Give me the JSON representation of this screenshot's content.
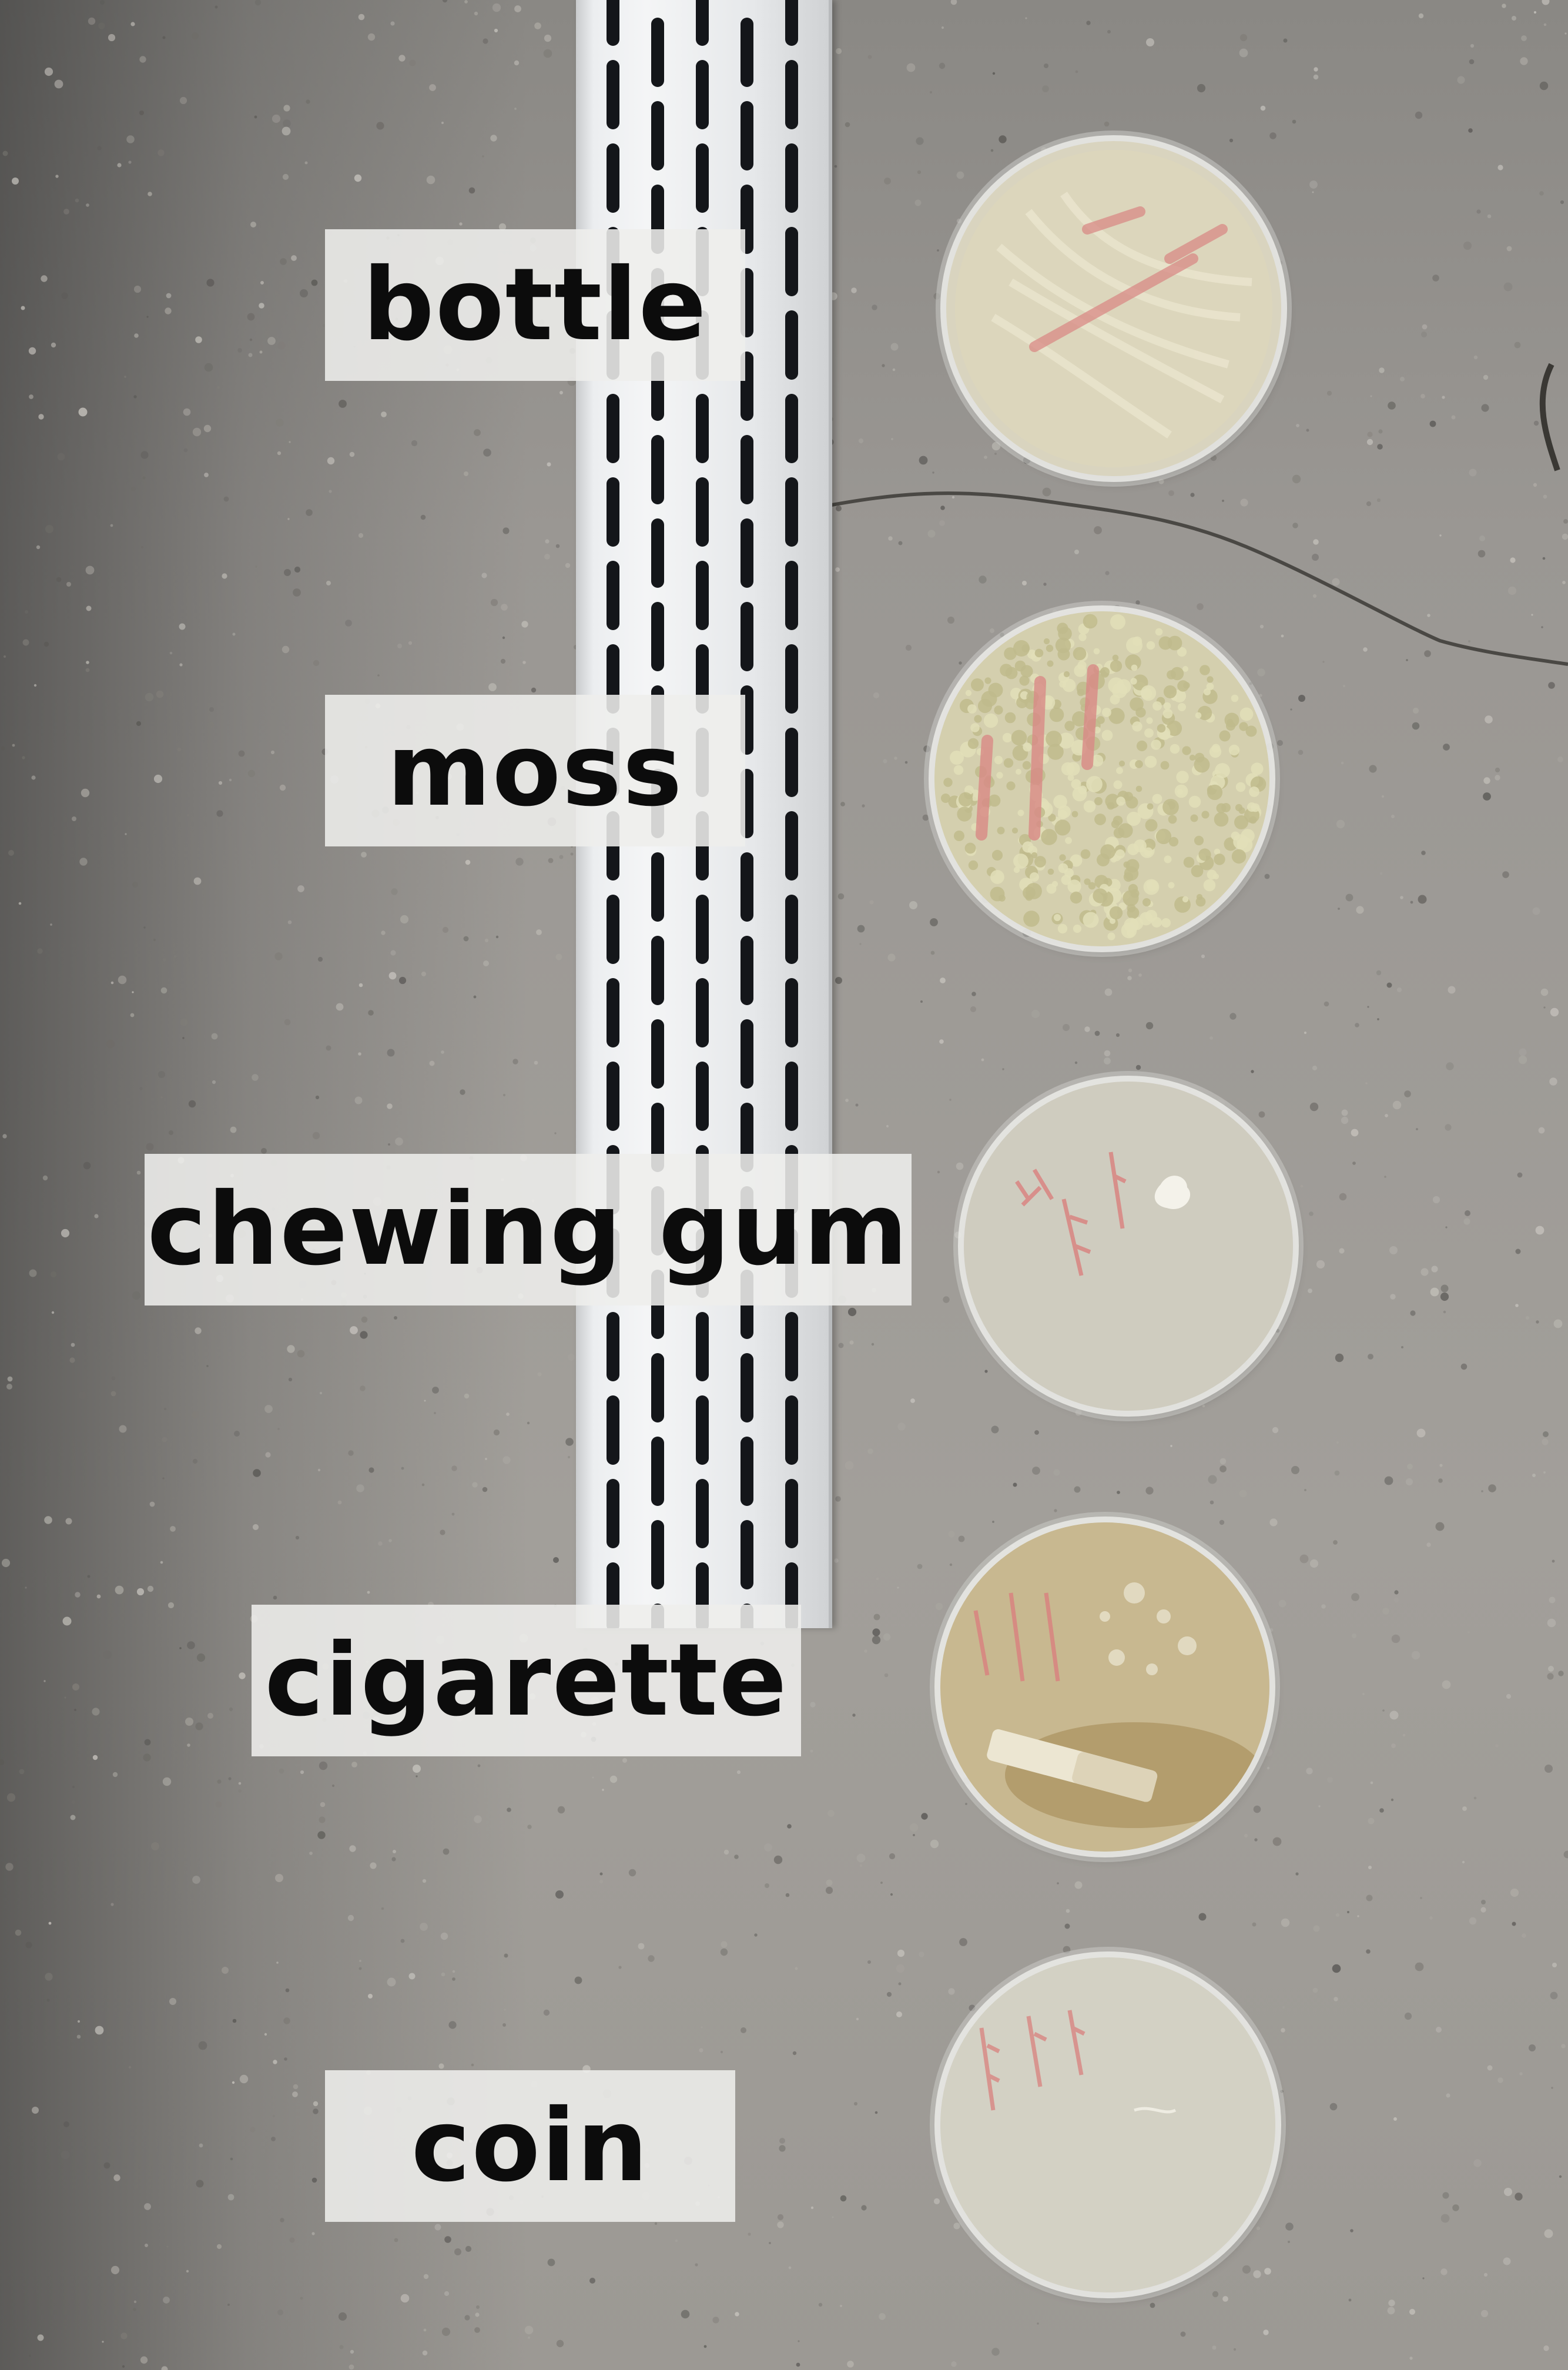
{
  "labels": {
    "bottle": "bottle",
    "moss": "moss",
    "chewing_gum": "chewing gum",
    "cigarette": "cigarette",
    "coin": "coin"
  },
  "colors": {
    "concrete": "#9c9994",
    "drain_metal": "#eceef0",
    "label_background": "#eeeeec",
    "label_text": "#0c0c0c",
    "agar": "#d8d3bc",
    "bacteria_pink": "#d98a86",
    "moss_colonies": "#cbc79a"
  }
}
